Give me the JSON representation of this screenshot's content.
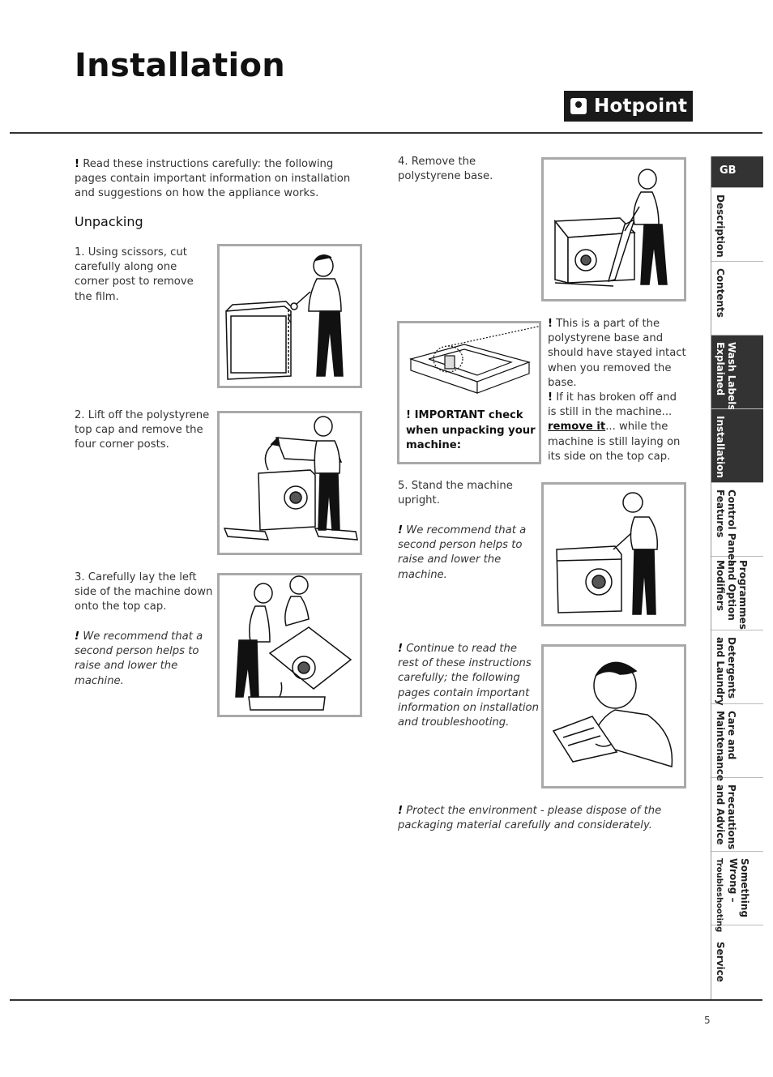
{
  "page": {
    "title": "Installation",
    "brand": "Hotpoint",
    "page_number": "5"
  },
  "intro": {
    "excl": "!",
    "text": " Read these instructions carefully: the following pages contain important information on installation and suggestions on how the appliance works."
  },
  "unpacking": {
    "heading": "Unpacking",
    "step1": "1.  Using scissors, cut carefully along one corner post to remove the film.",
    "step2": "2.  Lift off the polystyrene top cap and remove the four corner posts.",
    "step3": "3.  Carefully lay the left side of the machine down onto the top cap.",
    "step3_note_excl": "!",
    "step3_note": " We recommend that a second person helps to raise and lower the machine.",
    "step4": "4.  Remove the polystyrene base.",
    "important_excl": "!",
    "important": " IMPORTANT check when unpacking your machine:",
    "part_note_excl": "!",
    "part_note": " This is a part of the polystyrene base and should have stayed intact when you removed the base.",
    "broken_excl": "!",
    "broken_pre": " If it has broken off and is still in the machine... ",
    "broken_link": "remove it",
    "broken_post": "... while the machine is still laying on its side on the top cap.",
    "step5": "5.  Stand the machine upright.",
    "step5_note_excl": "!",
    "step5_note": " We recommend that a second person helps to raise and lower the machine.",
    "continue_excl": "!",
    "continue": " Continue to read the rest of these instructions carefully; the following pages contain important information on installation and troubleshooting.",
    "env_excl": "!",
    "env": " Protect the environment - please dispose of the packaging material carefully and considerately."
  },
  "sidenav": {
    "gb": "GB",
    "items": [
      {
        "label": "Description",
        "active": false
      },
      {
        "label": "Contents",
        "active": false
      },
      {
        "label": "Wash Labels\nExplained",
        "active": true
      },
      {
        "label": "Installation",
        "active": true
      },
      {
        "label": "Control Panel\nFeatures",
        "active": false
      },
      {
        "label": "Programmes\nand Option\nModifiers",
        "active": false
      },
      {
        "label": "Detergents\nand Laundry",
        "active": false
      },
      {
        "label": "Care and\nMaintenance",
        "active": false
      },
      {
        "label": "Precautions\nand Advice",
        "active": false
      },
      {
        "label": "Something\nWrong –",
        "small": "Troubleshooting",
        "active": false
      },
      {
        "label": "Service",
        "active": false
      }
    ]
  },
  "colors": {
    "frame_border": "#a9a9a9",
    "tab_dark": "#333333",
    "logo_bg": "#1a1a1a"
  }
}
